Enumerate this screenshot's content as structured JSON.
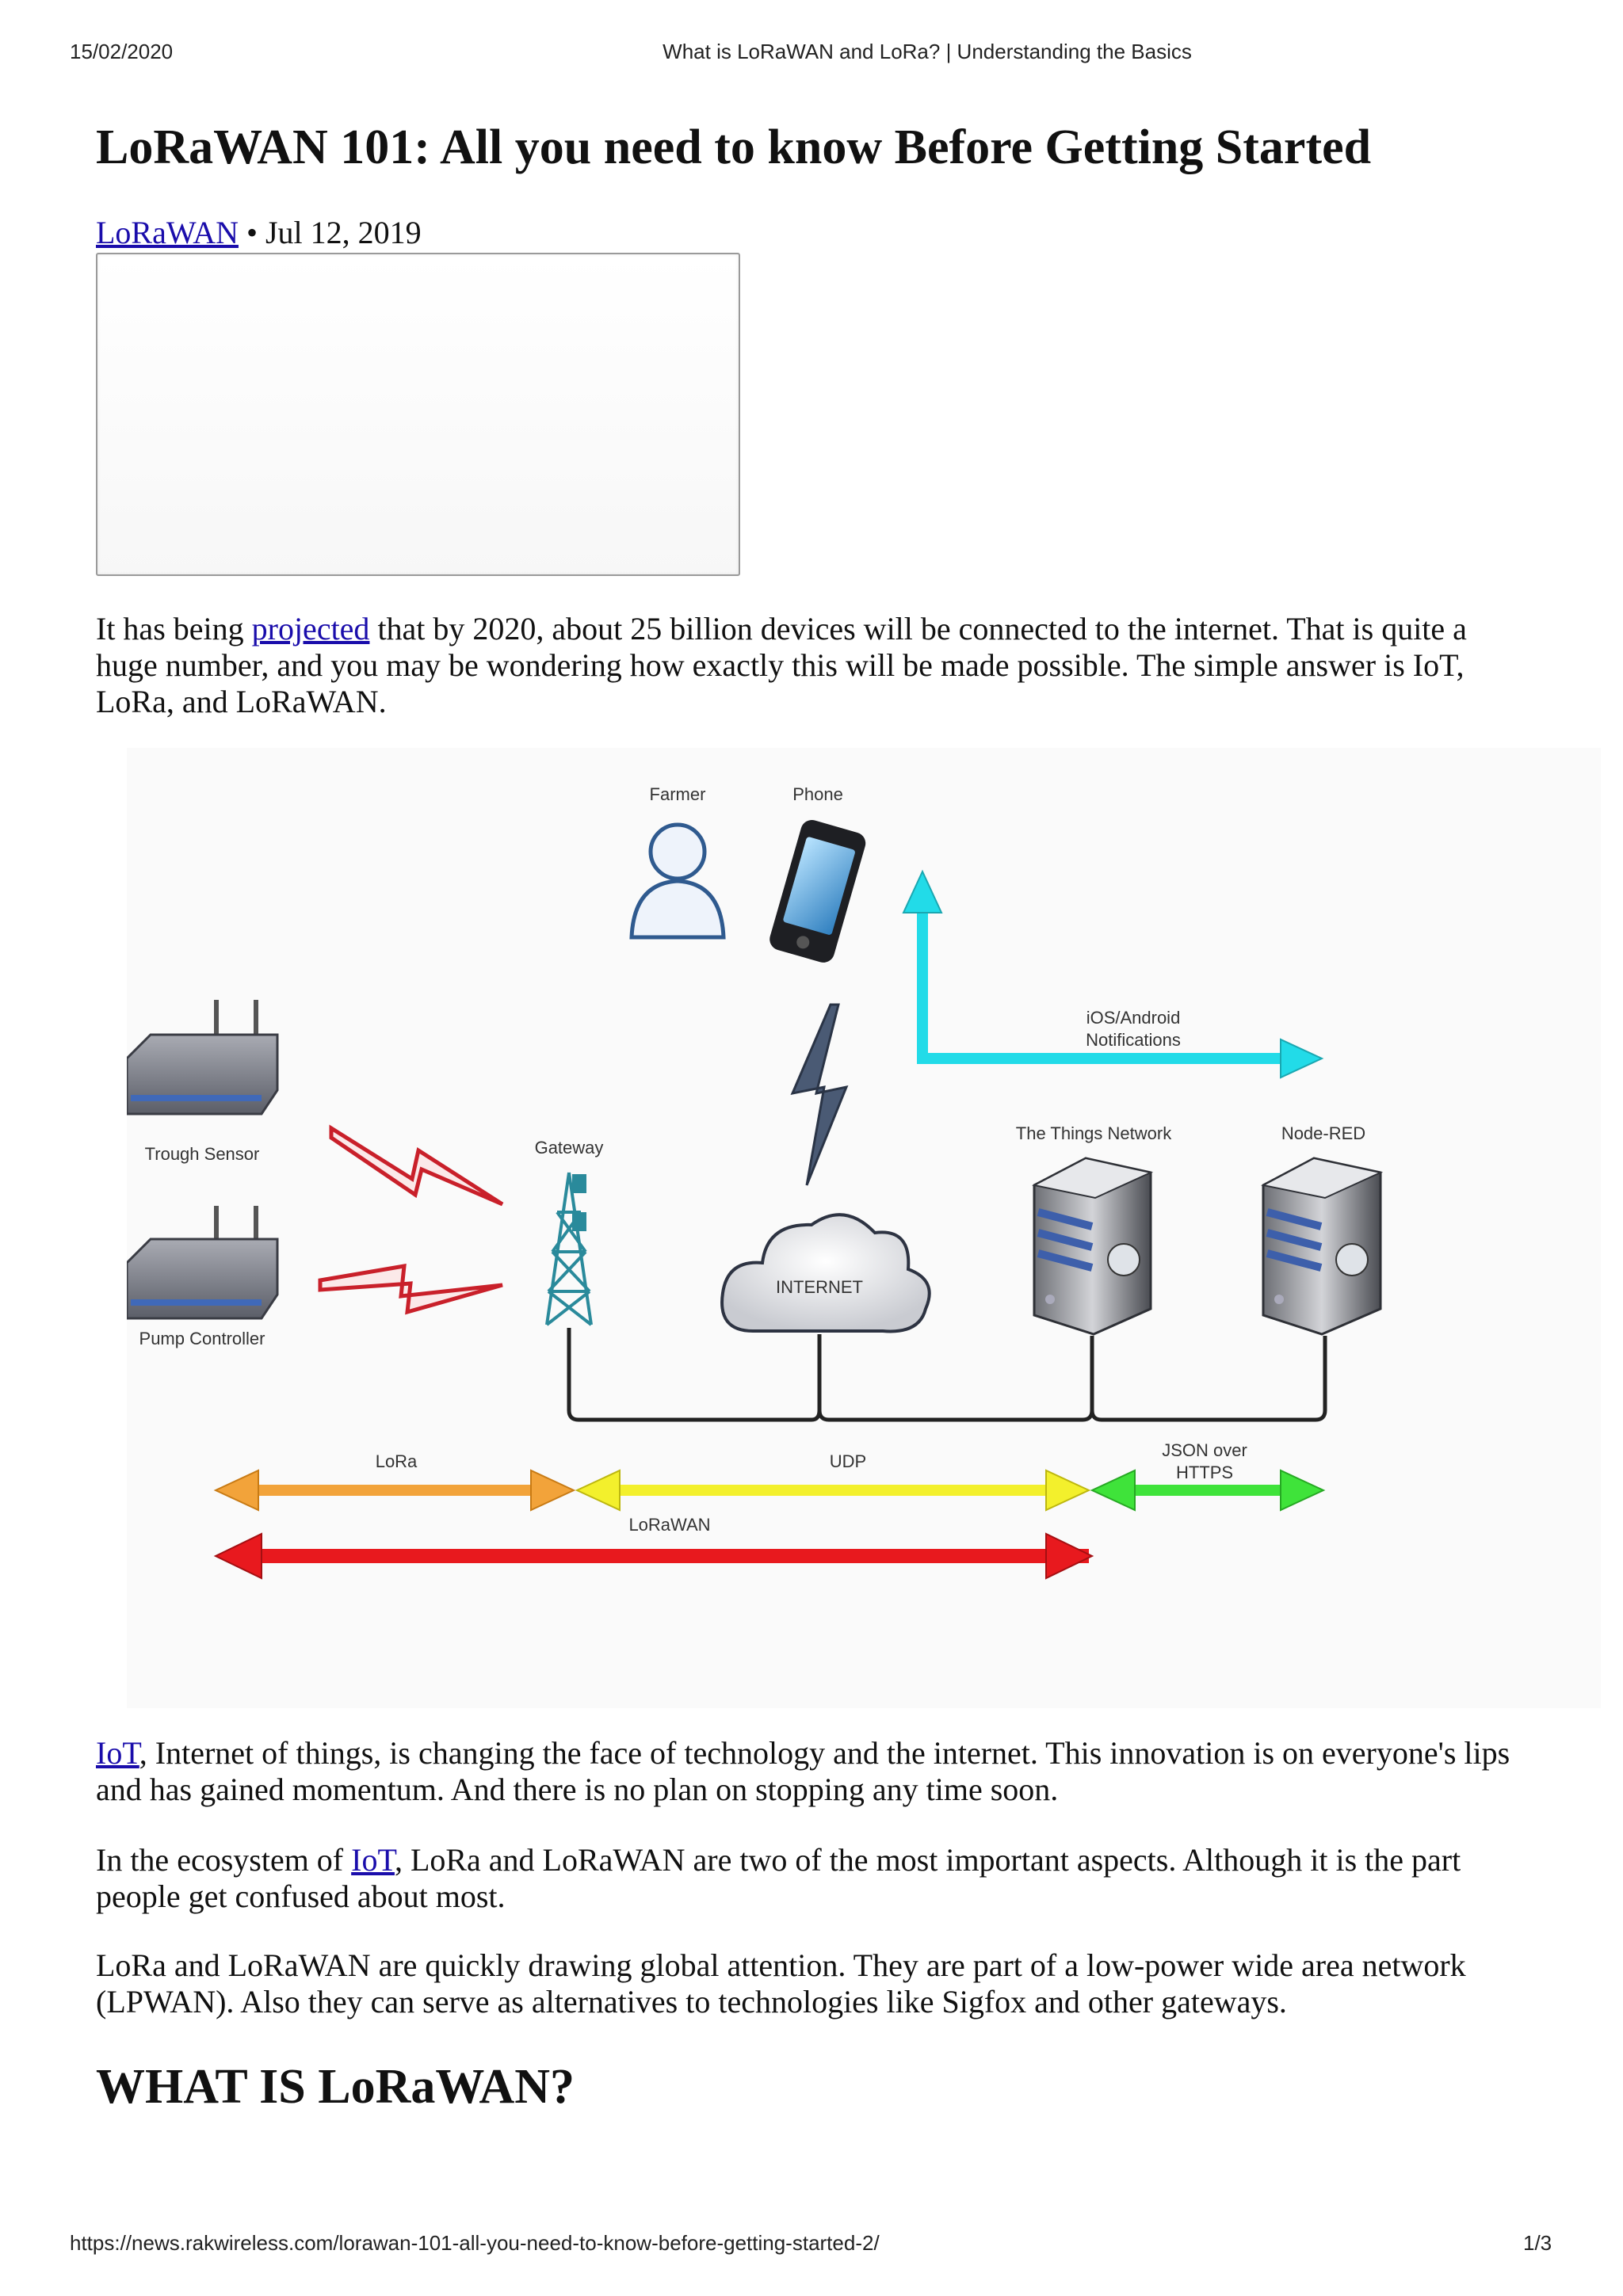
{
  "print_header": {
    "date": "15/02/2020",
    "title": "What is LoRaWAN and LoRa? | Understanding the Basics"
  },
  "article": {
    "title": "LoRaWAN 101: All you need to know Before Getting Started",
    "category_link": "LoRaWAN",
    "separator": " • ",
    "date": "Jul 12, 2019",
    "intro": {
      "before": "It has being ",
      "link": "projected",
      "after": " that by 2020, about 25 billion devices will be connected to the internet. That is quite a huge number, and you may be wondering how exactly this will be made possible. The simple answer is IoT, LoRa, and LoRaWAN."
    },
    "diagram": {
      "labels": {
        "farmer": "Farmer",
        "phone": "Phone",
        "notifications_1": "iOS/Android",
        "notifications_2": "Notifications",
        "trough_sensor": "Trough Sensor",
        "pump_controller": "Pump Controller",
        "gateway": "Gateway",
        "internet": "INTERNET",
        "things_network": "The Things Network",
        "node_red": "Node-RED",
        "lora": "LoRa",
        "udp": "UDP",
        "json_1": "JSON over",
        "json_2": "HTTPS",
        "lorawan": "LoRaWAN"
      },
      "colors": {
        "lora": "#f2a33a",
        "udp": "#f3f02c",
        "json": "#3fe33a",
        "lorawan": "#e8191e",
        "notify": "#22dbe8"
      }
    },
    "para_iot": {
      "link": "IoT",
      "after": ", Internet of things, is changing the face of technology and the internet. This innovation is on everyone's lips and has gained momentum. And there is no plan on stopping any time soon."
    },
    "para_ecosystem": {
      "before": "In the ecosystem of ",
      "link": "IoT",
      "after": ", LoRa and LoRaWAN are two of the most important aspects. Although it is the part people get confused about most."
    },
    "para_lpwan": "LoRa and LoRaWAN are quickly drawing global attention. They are part of a low-power wide area network (LPWAN). Also they can serve as alternatives to technologies like Sigfox and other gateways.",
    "section_heading": "WHAT IS LoRaWAN?"
  },
  "print_footer": {
    "url": "https://news.rakwireless.com/lorawan-101-all-you-need-to-know-before-getting-started-2/",
    "page": "1/3"
  }
}
